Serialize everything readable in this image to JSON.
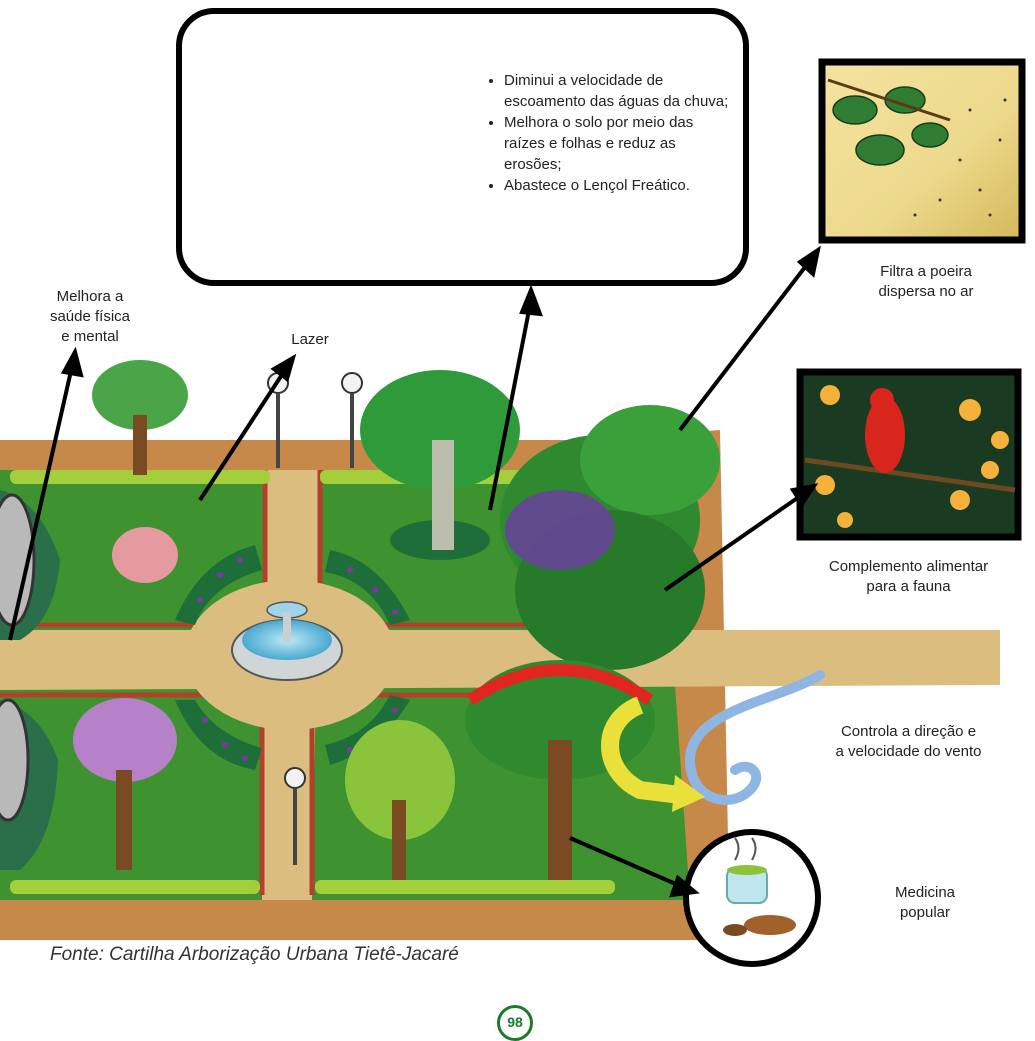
{
  "rain_box": {
    "bullets": [
      "Diminui a velocidade de escoamento das águas da chuva;",
      "Melhora o solo por meio das raízes e folhas e reduz as erosões;",
      "Abastece o Lençol Freático."
    ]
  },
  "labels": {
    "dust": [
      "Filtra a poeira",
      "dispersa no ar"
    ],
    "health": [
      "Melhora a",
      "saúde física",
      "e mental"
    ],
    "leisure": "Lazer",
    "food": [
      "Complemento alimentar",
      "para a fauna"
    ],
    "wind": [
      "Controla a direção e",
      "a velocidade do vento"
    ],
    "medicine": [
      "Medicina",
      "popular"
    ]
  },
  "source": "Fonte: Cartilha Arborização Urbana Tietê-Jacaré",
  "page_number": "98",
  "colors": {
    "grass": "#3f9a2e",
    "path": "#d9b878",
    "hedge": "#8dc63f",
    "water": "#5bc8dc",
    "soil": "#a0622a",
    "page_number": "#1d7a2b"
  }
}
